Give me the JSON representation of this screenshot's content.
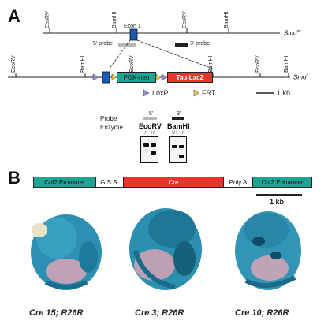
{
  "panel_a": {
    "letter": "A",
    "wt_label": "Smo",
    "wt_sup": "wt",
    "c_label": "Smo",
    "c_sup": "c",
    "exon_label": "Exon 1",
    "probe5_label": "5' probe",
    "probe3_label": "3' probe",
    "top_sites": [
      "EcoRV",
      "BamHI",
      "EcoRV",
      "BamHI"
    ],
    "mid_sites": [
      "EcoRV",
      "BamHI",
      "EcoRV",
      "BamHI",
      "EcoRV",
      "BamHI"
    ],
    "pgk_label": "PGK-neo",
    "tau_label": "Tau-LacZ",
    "loxp_label": "LoxP",
    "frt_label": "FRT",
    "scale_label": "1 kb",
    "probe_row_label": "Probe",
    "enzyme_row_label": "Enzyme",
    "probe5_col": "5'",
    "probe3_col": "3'",
    "enzyme1": "EcoRV",
    "enzyme2": "BamHI",
    "geno1": "+/+ +/-",
    "geno2": "+/+ +/-"
  },
  "panel_b": {
    "letter": "B",
    "segments": [
      "Col2 Promoter",
      "G.S.S.",
      "Cre",
      "Poly A",
      "Col2 Enhancer"
    ],
    "scale_label": "1 kb",
    "captions": [
      "Cre 15; R26R",
      "Cre 3; R26R",
      "Cre 10; R26R"
    ]
  },
  "colors": {
    "teal": "#1aa594",
    "red": "#e8362c",
    "blue": "#1c5bb5",
    "stain_blue": "#2b8fb0"
  }
}
